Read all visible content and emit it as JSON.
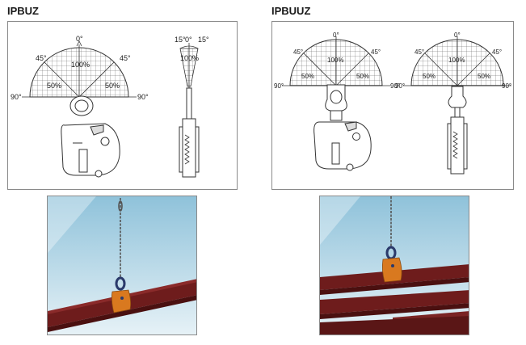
{
  "left": {
    "title": "IPBUZ",
    "front": {
      "top": "0°",
      "mid_left": "45°",
      "mid_right": "45°",
      "full": "100%",
      "half_left": "50%",
      "half_right": "50%",
      "side_left": "90°",
      "side_right": "90°"
    },
    "side": {
      "left": "15°",
      "center": "0°",
      "right": "15°",
      "full": "100%"
    }
  },
  "right": {
    "title": "IPBUUZ",
    "front": {
      "top": "0°",
      "mid_left": "45°",
      "mid_right": "45°",
      "full": "100%",
      "half_left": "50%",
      "half_right": "50%",
      "side_left": "90°",
      "side_right": "90°"
    },
    "side": {
      "top": "0°",
      "mid_left": "45°",
      "mid_right": "45°",
      "full": "100%",
      "half_left": "50%",
      "half_right": "50%",
      "side_left": "90°",
      "side_right": "90°"
    }
  },
  "colors": {
    "sky": "#a9cfe1",
    "beam": "#6e1c1c",
    "clamp": "#d9791f",
    "shackle": "#2b3a6b"
  }
}
